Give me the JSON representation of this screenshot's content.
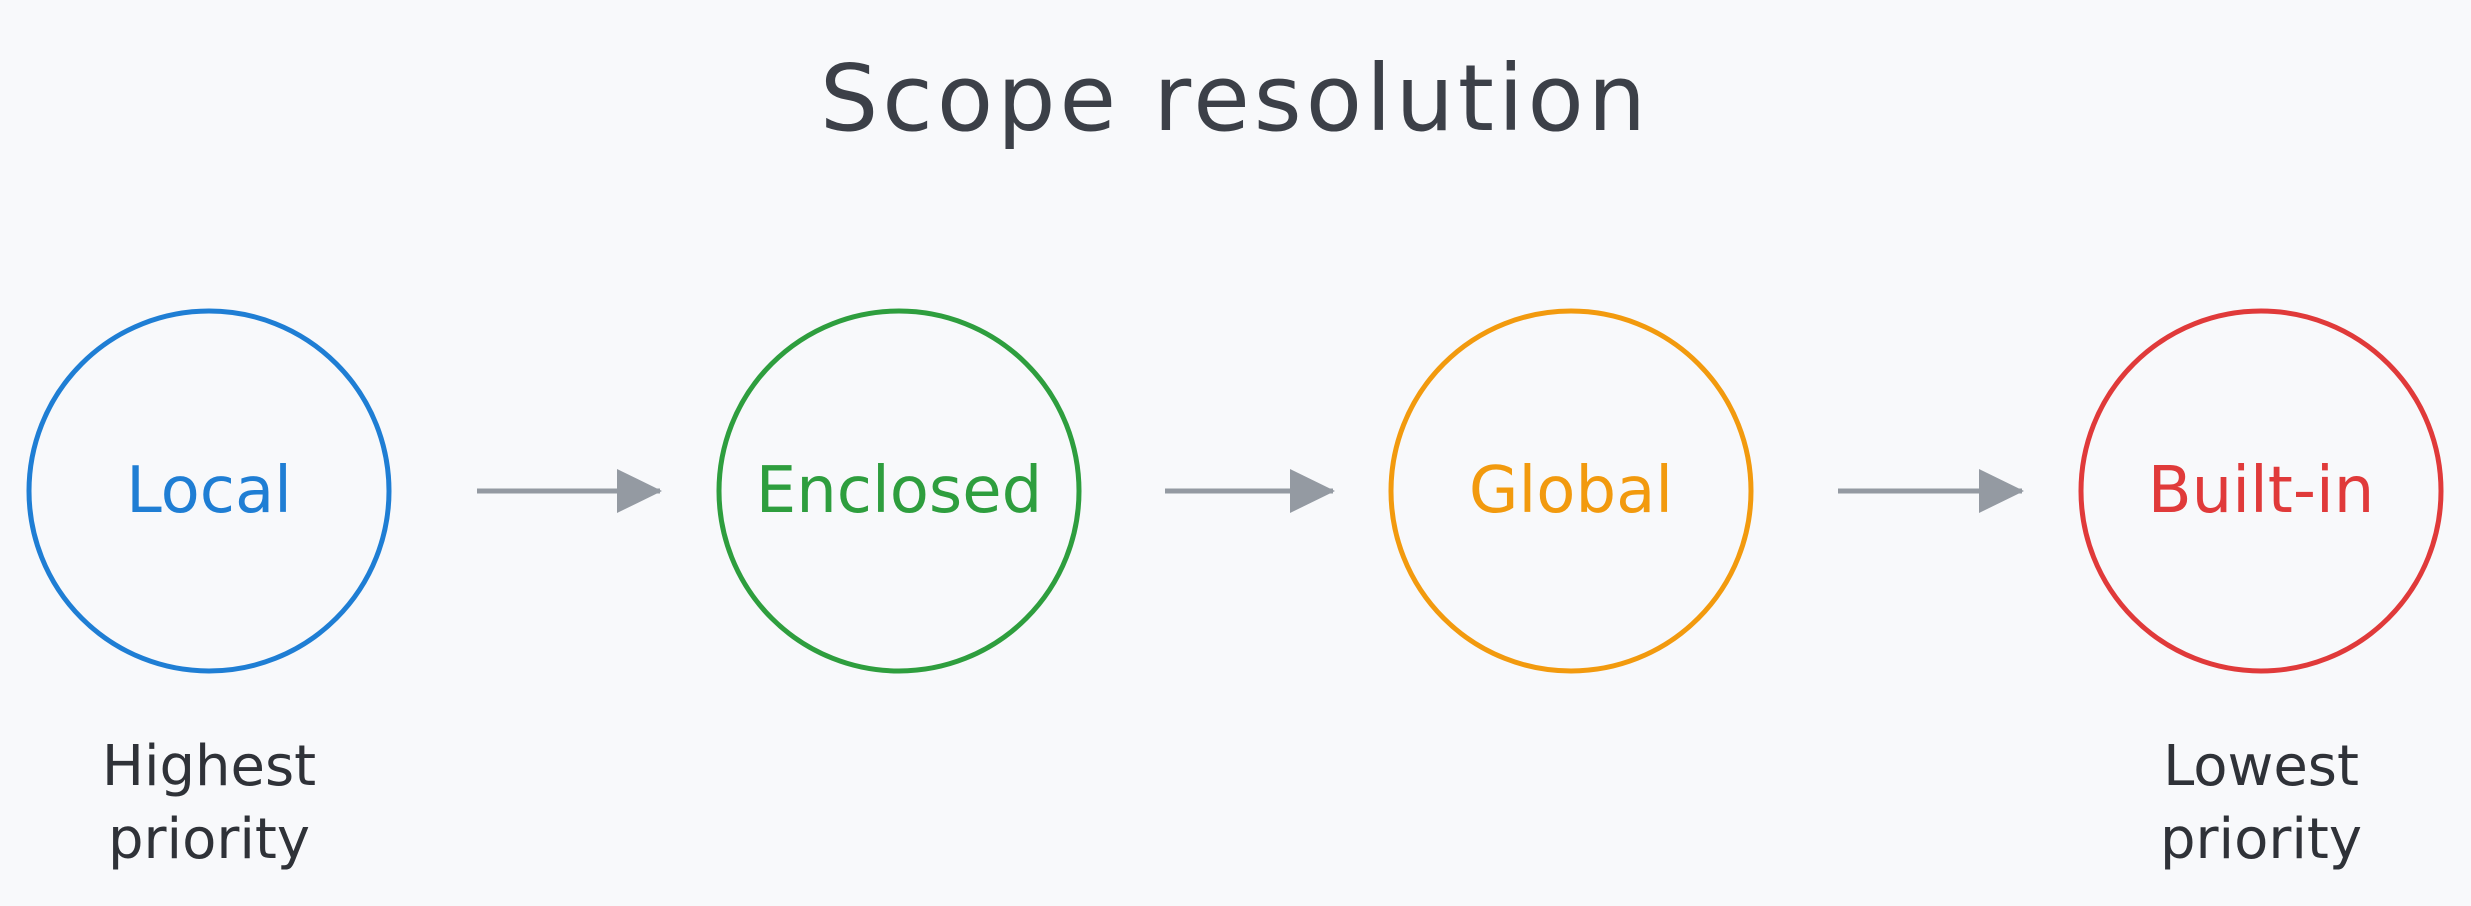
{
  "title": "Scope resolution",
  "nodes": [
    {
      "id": "local",
      "label": "Local",
      "color": "#1f7ed4"
    },
    {
      "id": "enclosed",
      "label": "Enclosed",
      "color": "#2e9e3e"
    },
    {
      "id": "global",
      "label": "Global",
      "color": "#f29a0e"
    },
    {
      "id": "builtin",
      "label": "Built-in",
      "color": "#e03a3a"
    }
  ],
  "arrow_color": "#949aa2",
  "captions": {
    "highest": [
      "Highest",
      "priority"
    ],
    "lowest": [
      "Lowest",
      "priority"
    ]
  }
}
